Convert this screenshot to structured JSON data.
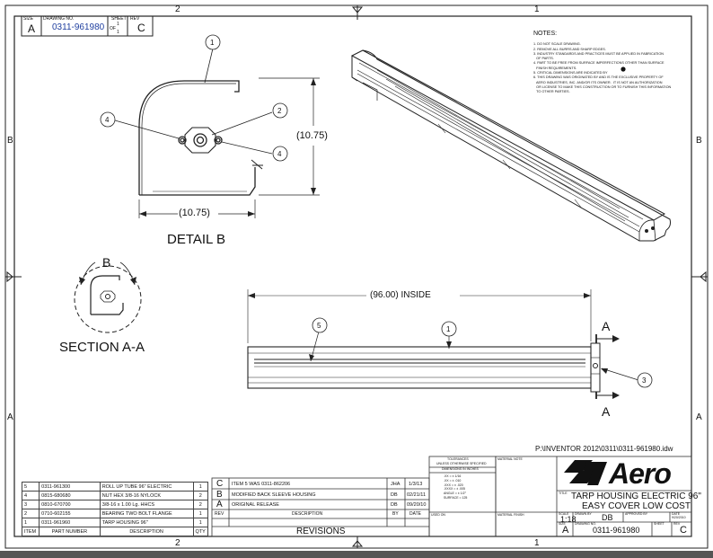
{
  "sheet_zones": {
    "top": [
      "2",
      "1"
    ],
    "bottom": [
      "2",
      "1"
    ],
    "side": [
      "B",
      "A"
    ]
  },
  "corner_box": {
    "size_label": "SIZE",
    "size": "A",
    "dwg_label": "DRAWING NO.",
    "dwg_no": "0311-961980",
    "sheet_label": "SHEET",
    "sheet_val": "1",
    "of_label": "OF",
    "of_val": "1",
    "rev_label": "REV",
    "rev": "C"
  },
  "notes": {
    "title": "NOTES:",
    "lines": [
      "1. DO NOT SCALE DRAWING.",
      "2. REMOVE ALL BURRS AND SHARP EDGES.",
      "3. INDUSTRY STANDARDS AND PRACTICES MUST BE APPLIED IN FABRICATION",
      "   OF PARTS.",
      "4. PART TO BE FREE FROM SURFACE IMPERFECTIONS OTHER THAN SURFACE",
      "   FINISH REQUIREMENTS.",
      "5. CRITICAL DIMENSIONS ARE INDICATED BY",
      "6. THIS DRAWING WAS ORIGINATED BY AND IS THE EXCLUSIVE PROPERTY OF",
      "   AERO INDUSTRIES, INC. AND/OR ITS OWNER.  IT IS NOT AN AUTHORIZATION",
      "   OR LICENSE TO MAKE THIS CONSTRUCTION OR TO FURNISH THIS INFORMATION",
      "   TO OTHER PARTIES."
    ]
  },
  "detail": {
    "title": "DETAIL  B",
    "dim_h": "(10.75)",
    "dim_v": "(10.75)",
    "balloons": [
      "1",
      "2",
      "4",
      "4"
    ]
  },
  "section": {
    "title": "SECTION  A-A",
    "view_letter": "B"
  },
  "elevation": {
    "dim": "(96.00) INSIDE",
    "balloons": [
      "5",
      "1",
      "3"
    ],
    "section_letter": "A"
  },
  "file_path": "P:\\INVENTOR 2012\\0311\\0311-961980.idw",
  "bom": {
    "headers": [
      "ITEM",
      "PART NUMBER",
      "DESCRIPTION",
      "QTY"
    ],
    "rows": [
      [
        "5",
        "0311-961300",
        "ROLL UP TUBE 96\" ELECTRIC",
        "1"
      ],
      [
        "4",
        "0815-680680",
        "NUT HEX 3/8-16 NYLOCK",
        "2"
      ],
      [
        "3",
        "0810-670700",
        "3/8-16 x 1.00 Lg. HHCS",
        "2"
      ],
      [
        "2",
        "0710-602155",
        "BEARING TWO BOLT FLANGE",
        "1"
      ],
      [
        "1",
        "0311-961960",
        "TARP HOUSING 96\"",
        "1"
      ]
    ]
  },
  "revisions": {
    "title": "REVISIONS",
    "headers": [
      "REV",
      "DESCRIPTION",
      "BY",
      "DATE"
    ],
    "rows": [
      [
        "C",
        "ITEM 5 WAS 0311-862206",
        "JHA",
        "1/3/13"
      ],
      [
        "B",
        "MODIFIED BACK SLEEVE HOUSING",
        "DB",
        "02/21/11"
      ],
      [
        "A",
        "ORIGINAL RELEASE",
        "DB",
        "09/20/10"
      ]
    ]
  },
  "tolerances": {
    "title1": "TOLERANCES",
    "title2": "UNLESS OTHERWISE SPECIFIED",
    "title3": "DIMENSIONS IN INCHES",
    "lines": [
      ".XX = ± 1/16",
      ".XX = ± .010",
      ".XXX = ± .020",
      ".XXXX = ± .005",
      "ANGLE = ± 1/2°",
      "SURFACE = 125"
    ]
  },
  "title_block": {
    "material_note_label": "MATERIAL NOTE",
    "material_finish_label": "MATERIAL FINISH",
    "used_on_label": "USED ON",
    "logo": "Aero",
    "title_label": "TITLE",
    "title_line1": "TARP HOUSING ELECTRIC 96\"",
    "title_line2": "EASY COVER LOW COST",
    "scale_label": "SCALE",
    "scale": "1:18",
    "drawn_label": "DRAWN BY",
    "drawn": "DB",
    "approved_label": "APPROVED BY",
    "date_label": "DATE",
    "date": "9/20/2010",
    "size_label": "SIZE",
    "size": "A",
    "dwg_label": "DRAWING NO.",
    "dwg_no": "0311-961980",
    "sheet_label": "SHEET",
    "rev_label": "REV",
    "rev": "C"
  }
}
